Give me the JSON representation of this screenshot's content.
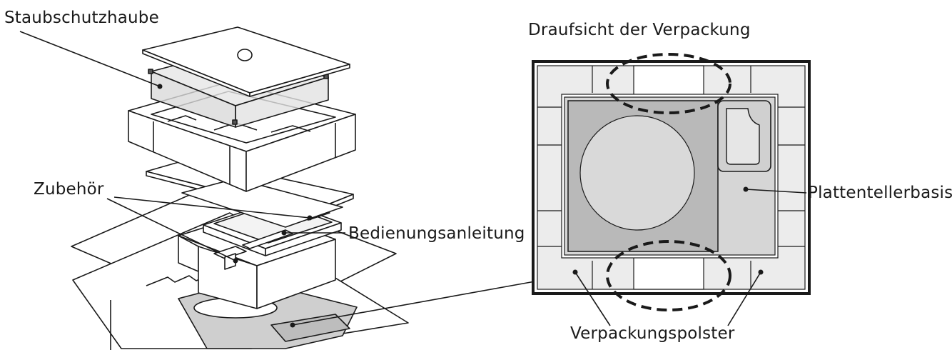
{
  "labels": {
    "dust_cover": "Staubschutzhaube",
    "accessories": "Zubehör",
    "manual": "Bedienungsanleitung",
    "top_view": "Draufsicht der Verpackung",
    "platter_base": "Plattentellerbasis",
    "packing_cushion": "Verpackungspolster"
  },
  "colors": {
    "line": "#1a1a1a",
    "light_fill": "#ececec",
    "mid_fill": "#d4d4d4",
    "dark_fill": "#b8b8b8",
    "white": "#ffffff"
  }
}
